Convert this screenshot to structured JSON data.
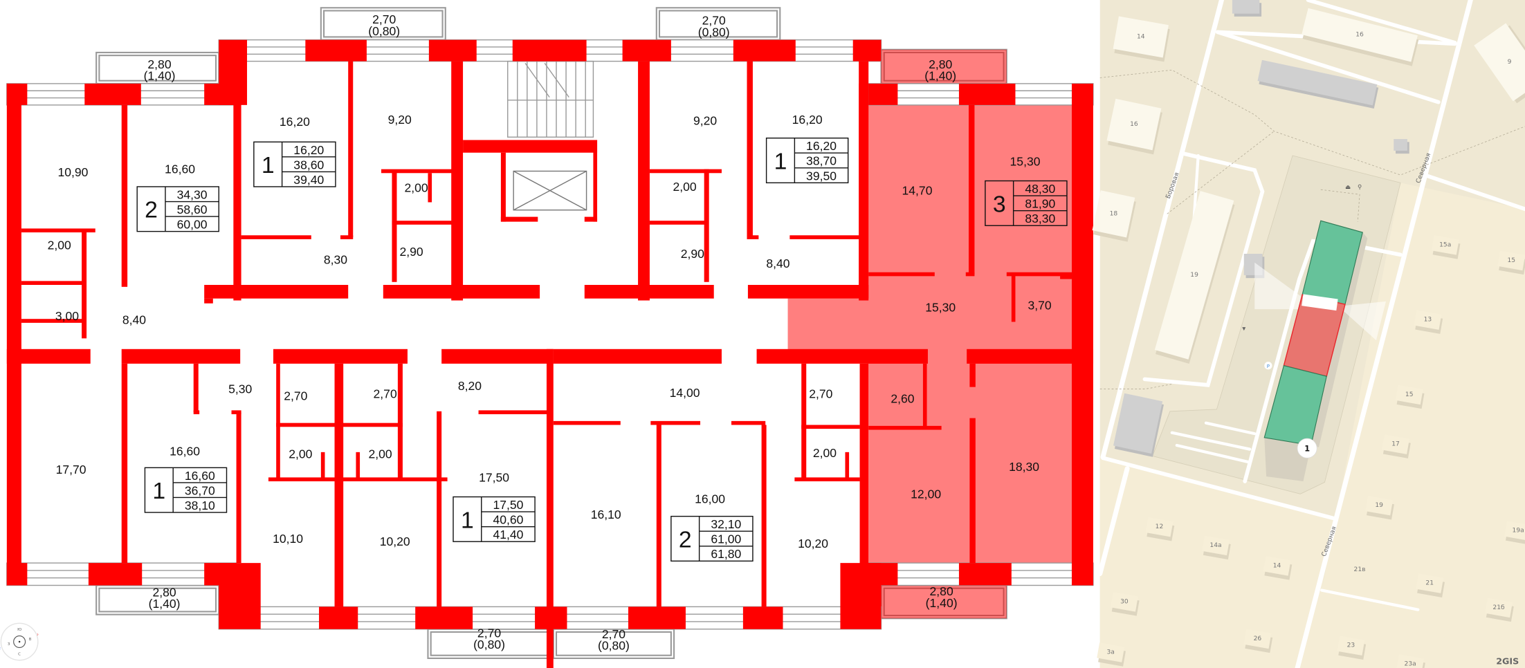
{
  "floor_plan": {
    "colors": {
      "wall": "#ff0000",
      "selected_fill": "#ff7f7f",
      "window": "#9a9a9a"
    },
    "rooms": [
      "10,90",
      "16,60",
      "16,20",
      "9,20",
      "2,00",
      "2,00",
      "3,00",
      "8,40",
      "8,30",
      "2,90",
      "9,20",
      "16,20",
      "2,00",
      "2,90",
      "8,40",
      "14,70",
      "15,30",
      "15,30",
      "3,70",
      "17,70",
      "16,60",
      "5,30",
      "2,70",
      "2,70",
      "2,00",
      "2,00",
      "10,10",
      "10,20",
      "8,20",
      "17,50",
      "16,10",
      "14,00",
      "16,00",
      "10,20",
      "2,70",
      "2,00",
      "2,60",
      "12,00",
      "18,30"
    ],
    "balconies": [
      {
        "area": "2,80",
        "reduced": "(1,40)"
      },
      {
        "area": "2,70",
        "reduced": "(0,80)"
      },
      {
        "area": "2,70",
        "reduced": "(0,80)"
      },
      {
        "area": "2,80",
        "reduced": "(1,40)"
      },
      {
        "area": "2,80",
        "reduced": "(1,40)"
      },
      {
        "area": "2,70",
        "reduced": "(0,80)"
      },
      {
        "area": "2,70",
        "reduced": "(0,80)"
      },
      {
        "area": "2,80",
        "reduced": "(1,40)"
      }
    ],
    "apartments": [
      {
        "rooms": "2",
        "living_area": "34,30",
        "total_area": "58,60",
        "total_with_balcony": "60,00"
      },
      {
        "rooms": "1",
        "living_area": "16,20",
        "total_area": "38,60",
        "total_with_balcony": "39,40"
      },
      {
        "rooms": "1",
        "living_area": "16,20",
        "total_area": "38,70",
        "total_with_balcony": "39,50"
      },
      {
        "rooms": "3",
        "living_area": "48,30",
        "total_area": "81,90",
        "total_with_balcony": "83,30",
        "selected": true
      },
      {
        "rooms": "1",
        "living_area": "16,60",
        "total_area": "36,70",
        "total_with_balcony": "38,10"
      },
      {
        "rooms": "1",
        "living_area": "17,50",
        "total_area": "40,60",
        "total_with_balcony": "41,40"
      },
      {
        "rooms": "2",
        "living_area": "32,10",
        "total_area": "61,00",
        "total_with_balcony": "61,80"
      }
    ],
    "compass": {
      "labels": [
        "Ю",
        "С",
        "З",
        "В"
      ]
    }
  },
  "map": {
    "colors": {
      "ground": "#efe8d3",
      "building": "#fbf8ec",
      "house": "#f7efd8",
      "gray_building": "#d0d0d0",
      "section_green": "#66c29a",
      "section_selected": "#e8756f"
    },
    "buildings": [
      "14",
      "16",
      "9",
      "16",
      "18",
      "19",
      "15а",
      "15",
      "13",
      "15",
      "17",
      "19",
      "19а",
      "12",
      "14а",
      "14",
      "21в",
      "21",
      "21б",
      "30",
      "26",
      "23",
      "23а",
      "3а"
    ],
    "streets": [
      "Боровая",
      "Северная",
      "Северная"
    ],
    "entrance_marker": "1",
    "parking_label": "P",
    "logo": "2GIS"
  }
}
